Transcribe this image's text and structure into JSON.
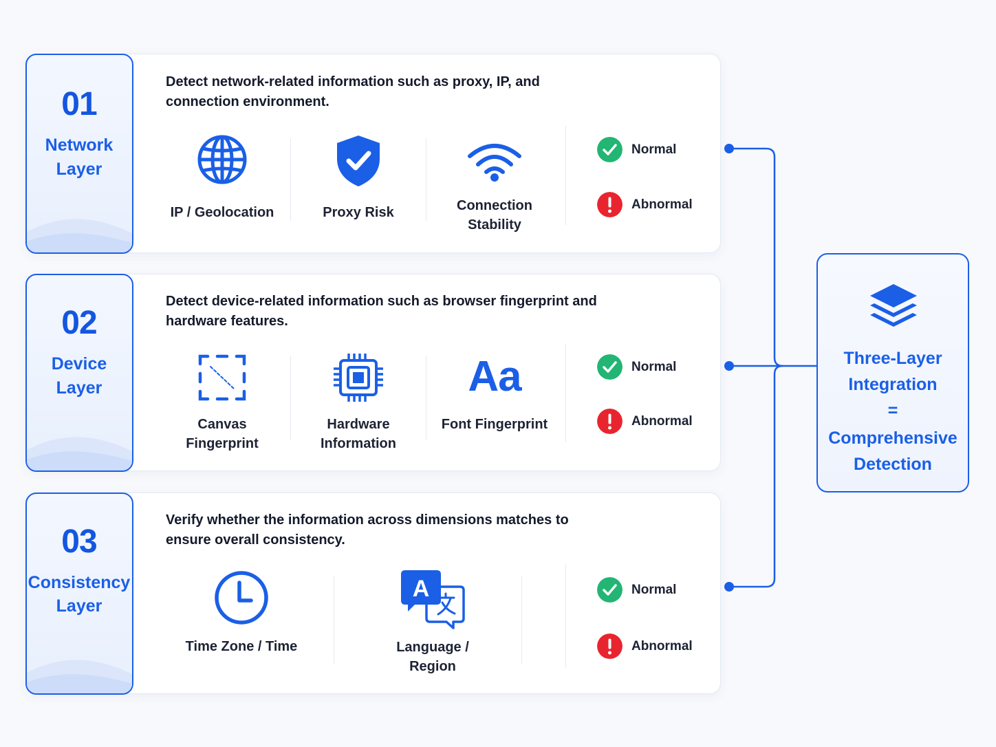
{
  "layers": [
    {
      "number": "01",
      "name_line1": "Network",
      "name_line2": "Layer",
      "description": "Detect network-related information such as proxy, IP, and connection environment.",
      "features": [
        {
          "icon": "globe-icon",
          "label": "IP / Geolocation"
        },
        {
          "icon": "shield-check-icon",
          "label": "Proxy Risk"
        },
        {
          "icon": "wifi-icon",
          "label": "Connection Stability"
        }
      ],
      "status": {
        "normal": "Normal",
        "abnormal": "Abnormal"
      }
    },
    {
      "number": "02",
      "name_line1": "Device",
      "name_line2": "Layer",
      "description": "Detect device-related information such as browser fingerprint and hardware features.",
      "features": [
        {
          "icon": "canvas-select-icon",
          "label": "Canvas Fingerprint"
        },
        {
          "icon": "chip-icon",
          "label": "Hardware Information"
        },
        {
          "icon": "font-icon",
          "icon_text": "Aa",
          "label": "Font Fingerprint"
        }
      ],
      "status": {
        "normal": "Normal",
        "abnormal": "Abnormal"
      }
    },
    {
      "number": "03",
      "name_line1": "Consistency",
      "name_line2": "Layer",
      "description": "Verify whether the information across dimensions matches to ensure overall consistency.",
      "features": [
        {
          "icon": "clock-icon",
          "label": "Time Zone / Time"
        },
        {
          "icon": "translate-icon",
          "icon_text": "A",
          "label": "Language / Region"
        }
      ],
      "status": {
        "normal": "Normal",
        "abnormal": "Abnormal"
      }
    }
  ],
  "summary": {
    "icon": "stack-layers-icon",
    "line1": "Three-Layer",
    "line2": "Integration",
    "line3": "=",
    "line4": "Comprehensive",
    "line5": "Detection"
  },
  "colors": {
    "accent": "#1a5fe6",
    "normal": "#22b573",
    "abnormal": "#e8252f",
    "card_border": "#e3e8f2",
    "background": "#f8f9fc"
  }
}
